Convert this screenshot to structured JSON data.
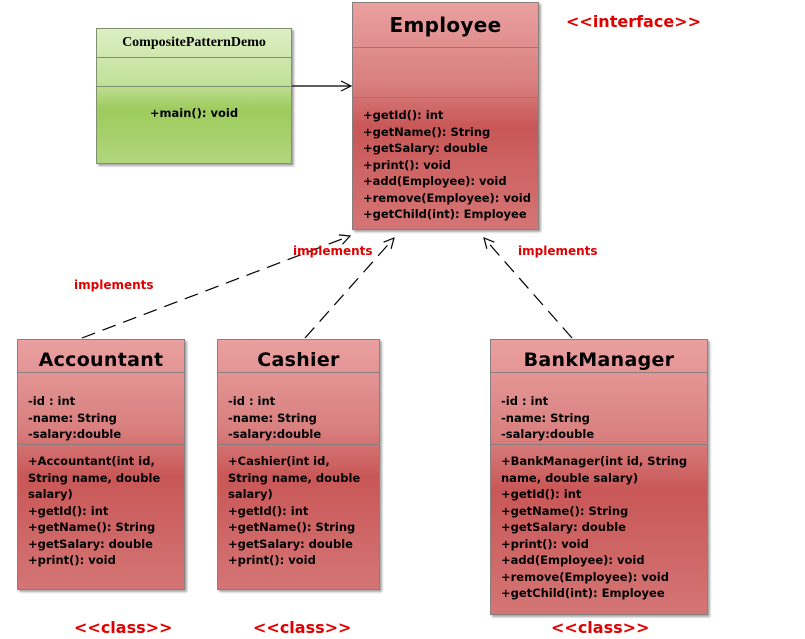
{
  "composite_demo": {
    "name": "CompositePatternDemo",
    "operations": [
      "+main(): void"
    ]
  },
  "employee": {
    "name": "Employee",
    "stereotype": "<<interface>>",
    "operations": [
      "+getId(): int",
      "+getName(): String",
      "+getSalary: double",
      "+print(): void",
      "+add(Employee): void",
      "+remove(Employee): void",
      "+getChild(int): Employee"
    ]
  },
  "accountant": {
    "name": "Accountant",
    "stereotype": "<<class>>",
    "attributes": [
      "-id : int",
      "-name: String",
      "-salary:double"
    ],
    "operations": [
      "+Accountant(int id, String name, double salary)",
      "+getId(): int",
      "+getName(): String",
      "+getSalary: double",
      "+print(): void"
    ]
  },
  "cashier": {
    "name": "Cashier",
    "stereotype": "<<class>>",
    "attributes": [
      "-id : int",
      "-name: String",
      "-salary:double"
    ],
    "operations": [
      "+Cashier(int id, String name, double salary)",
      "+getId(): int",
      "+getName(): String",
      "+getSalary: double",
      "+print(): void"
    ]
  },
  "bank_manager": {
    "name": "BankManager",
    "stereotype": "<<class>>",
    "attributes": [
      "-id : int",
      "-name: String",
      "-salary:double"
    ],
    "operations": [
      "+BankManager(int id, String name, double salary)",
      "+getId(): int",
      "+getName(): String",
      "+getSalary: double",
      "+print(): void",
      "+add(Employee): void",
      "+remove(Employee): void",
      "+getChild(int): Employee"
    ]
  },
  "relations": {
    "accountant_label": "implements",
    "cashier_label": "implements",
    "bank_manager_label": "implements"
  },
  "colors": {
    "class_fill": "#d47575",
    "main_fill": "#b1d67d",
    "label_red": "#e00000"
  }
}
